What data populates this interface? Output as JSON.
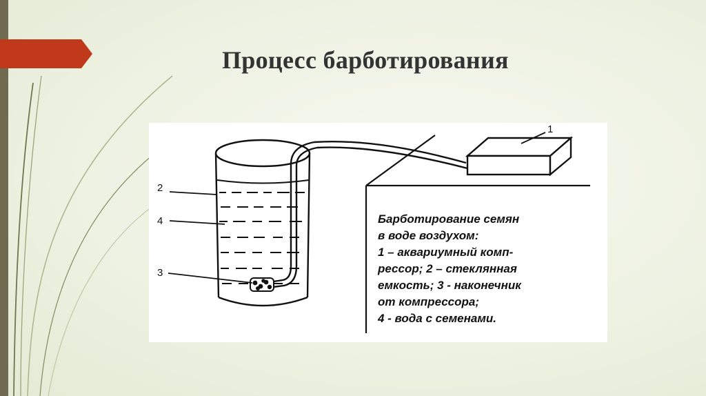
{
  "slide": {
    "title": "Процесс барботирования"
  },
  "figure": {
    "labels": {
      "compressor": "1",
      "glass_vessel": "2",
      "nozzle": "3",
      "water_with_seeds": "4"
    },
    "caption_lines": [
      "Барботирование семян",
      "в воде воздухом:",
      "1 – аквариумный комп-",
      "рессор; 2 – стеклянная",
      "емкость; 3 - наконечник",
      "от компрессора;",
      "4 - вода с семенами."
    ]
  },
  "colors": {
    "background": "#eef2e3",
    "accent_arrow": "#c0391b",
    "left_bar": "#6f6a50"
  }
}
